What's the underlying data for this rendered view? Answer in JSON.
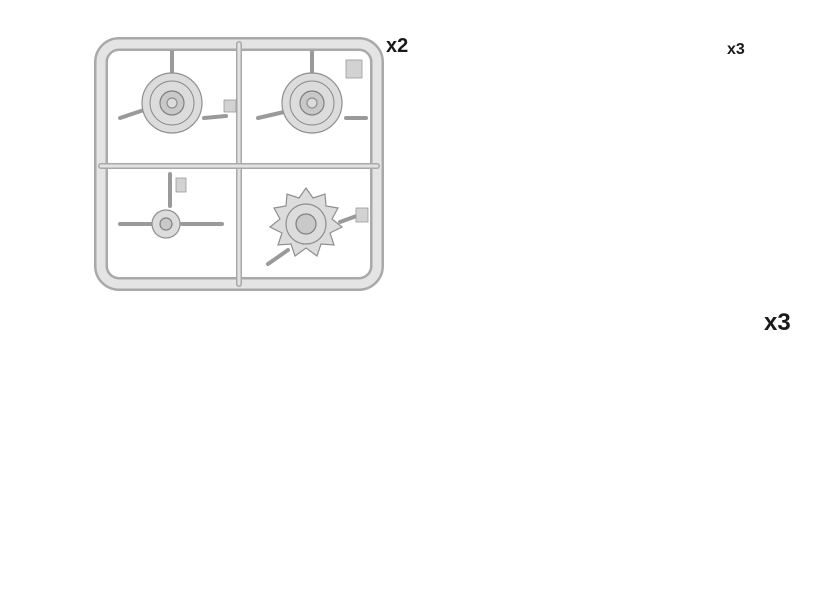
{
  "sprues": [
    {
      "id": "top-left",
      "quantity": "x2"
    },
    {
      "id": "top-right",
      "quantity": "x3"
    },
    {
      "id": "bottom-left",
      "quantity": ""
    },
    {
      "id": "bottom-right",
      "quantity": "x3"
    }
  ],
  "colors": {
    "plastic": "#d9d9d9",
    "plastic_edge": "#a9a9a9",
    "plastic_shadow": "#8f8f8f",
    "background": "#ffffff",
    "label": "#1a1a1a"
  }
}
